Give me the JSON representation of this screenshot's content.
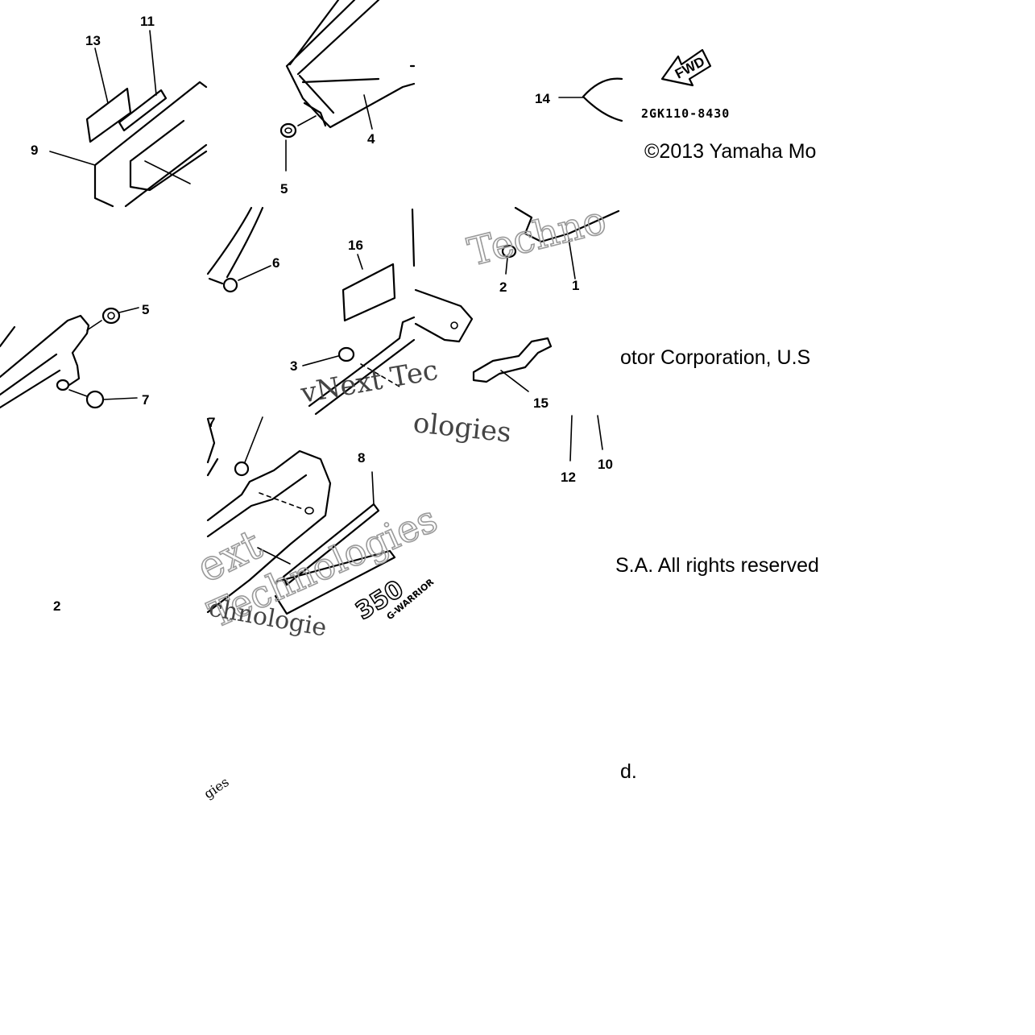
{
  "copyright_fragments": [
    "©2013 Yamaha Mo",
    "otor Corporation, U.S",
    "S.A. All rights reserved",
    "d."
  ],
  "part_number": "2GK110-8430",
  "fwd_label": "FWD",
  "watermark_fragments": [
    "Techno",
    "vNext Tec",
    "ologies",
    "ext",
    "Technologies",
    "chnologie",
    "gies"
  ],
  "emblem_text": [
    "350",
    "G-WARRIOR"
  ],
  "callouts": {
    "c1": "1",
    "c2a": "2",
    "c2b": "2",
    "c3": "3",
    "c4": "4",
    "c5a": "5",
    "c5b": "5",
    "c6": "6",
    "c7a": "7",
    "c7b": "7",
    "c8": "8",
    "c9": "9",
    "c10": "10",
    "c11": "11",
    "c12": "12",
    "c13": "13",
    "c14": "14",
    "c15": "15",
    "c16": "16"
  }
}
